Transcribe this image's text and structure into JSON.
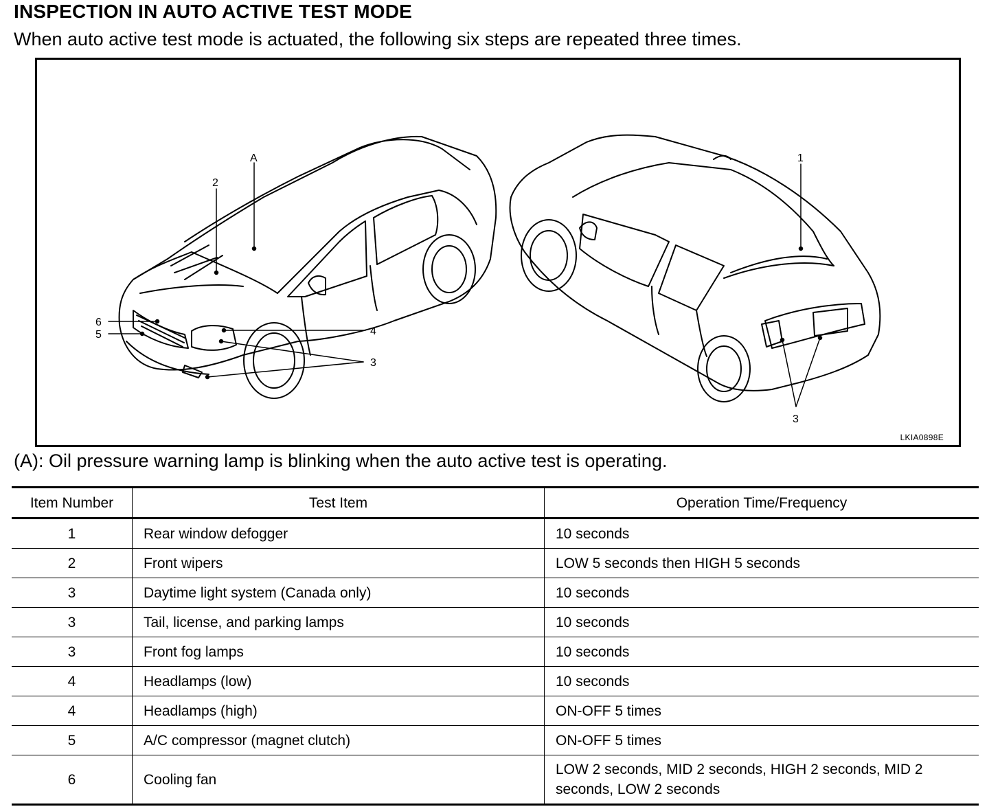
{
  "heading": "INSPECTION IN AUTO ACTIVE TEST MODE",
  "intro": "When auto active test mode is actuated, the following six steps are repeated three times.",
  "figure": {
    "id": "LKIA0898E",
    "callouts": {
      "a": "A",
      "one": "1",
      "two": "2",
      "three_front": "3",
      "three_rear": "3",
      "four": "4",
      "five": "5",
      "six": "6"
    }
  },
  "note": "(A): Oil pressure warning lamp is blinking when the auto active test is operating.",
  "table": {
    "headers": [
      "Item Number",
      "Test Item",
      "Operation Time/Frequency"
    ],
    "rows": [
      [
        "1",
        "Rear window defogger",
        "10 seconds"
      ],
      [
        "2",
        "Front wipers",
        "LOW 5 seconds then HIGH 5 seconds"
      ],
      [
        "3",
        "Daytime light system (Canada only)",
        "10 seconds"
      ],
      [
        "3",
        "Tail, license, and parking lamps",
        "10 seconds"
      ],
      [
        "3",
        "Front fog lamps",
        "10 seconds"
      ],
      [
        "4",
        "Headlamps (low)",
        "10 seconds"
      ],
      [
        "4",
        "Headlamps (high)",
        "ON-OFF 5 times"
      ],
      [
        "5",
        "A/C compressor (magnet clutch)",
        "ON-OFF 5 times"
      ],
      [
        "6",
        "Cooling fan",
        "LOW 2 seconds, MID 2 seconds, HIGH 2 seconds, MID 2 seconds, LOW 2 seconds"
      ]
    ]
  }
}
